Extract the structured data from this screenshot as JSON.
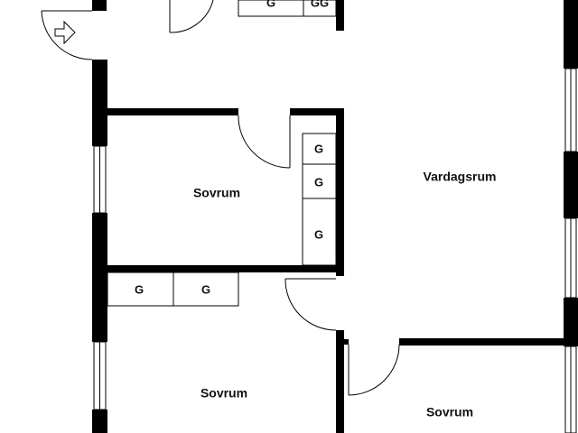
{
  "rooms": {
    "living_room": "Vardagsrum",
    "bedroom_top": "Sovrum",
    "bedroom_bottom_left": "Sovrum",
    "bedroom_bottom_right": "Sovrum"
  },
  "closets": {
    "top_left": "G",
    "top_right": "GG",
    "bedroom_top_1": "G",
    "bedroom_top_2": "G",
    "bedroom_top_3": "G",
    "bedroom_left_1": "G",
    "bedroom_left_2": "G"
  },
  "icons": {
    "entrance": "entrance-arrow-icon"
  },
  "colors": {
    "wall": "#000000",
    "background": "#ffffff"
  }
}
